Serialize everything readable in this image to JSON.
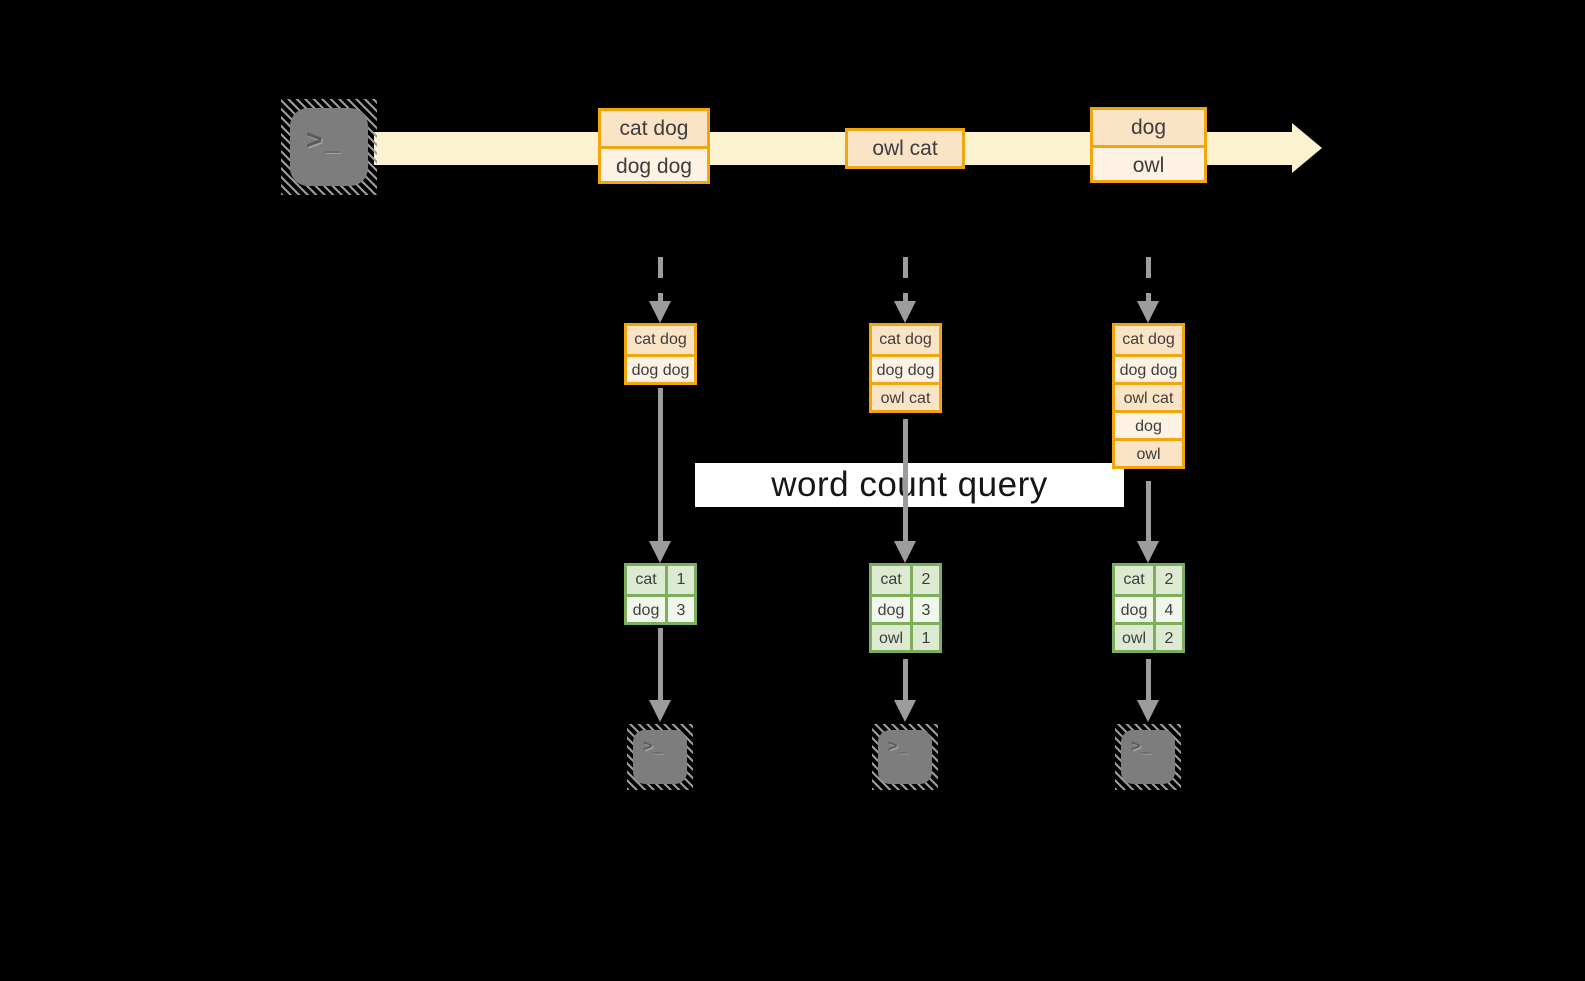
{
  "colors": {
    "stream": "#FCF2CF",
    "box_border": "#F2A60D",
    "row_dark": "#FBE3C5",
    "row_light": "#FDF2E3",
    "green_border": "#7CAE5B",
    "green_dark": "#DDEAD2",
    "green_light": "#F1F6EC",
    "arrow": "#9C9C9C",
    "terminal": "#7D7D7D",
    "text": "#3D3D3D",
    "query_bg": "#FFFFFF",
    "query_text": "#161616"
  },
  "terminal": {
    "prompt": ">_"
  },
  "stream": {
    "messages": [
      {
        "rows": [
          "cat dog",
          "dog dog"
        ]
      },
      {
        "rows": [
          "owl cat"
        ]
      },
      {
        "rows": [
          "dog",
          "owl"
        ]
      }
    ]
  },
  "query": {
    "label": "word count query"
  },
  "pipelines": [
    {
      "state": [
        "cat dog",
        "dog dog"
      ],
      "counts": [
        {
          "word": "cat",
          "count": "1"
        },
        {
          "word": "dog",
          "count": "3"
        }
      ]
    },
    {
      "state": [
        "cat dog",
        "dog dog",
        "owl cat"
      ],
      "counts": [
        {
          "word": "cat",
          "count": "2"
        },
        {
          "word": "dog",
          "count": "3"
        },
        {
          "word": "owl",
          "count": "1"
        }
      ]
    },
    {
      "state": [
        "cat dog",
        "dog dog",
        "owl cat",
        "dog",
        "owl"
      ],
      "counts": [
        {
          "word": "cat",
          "count": "2"
        },
        {
          "word": "dog",
          "count": "4"
        },
        {
          "word": "owl",
          "count": "2"
        }
      ]
    }
  ]
}
